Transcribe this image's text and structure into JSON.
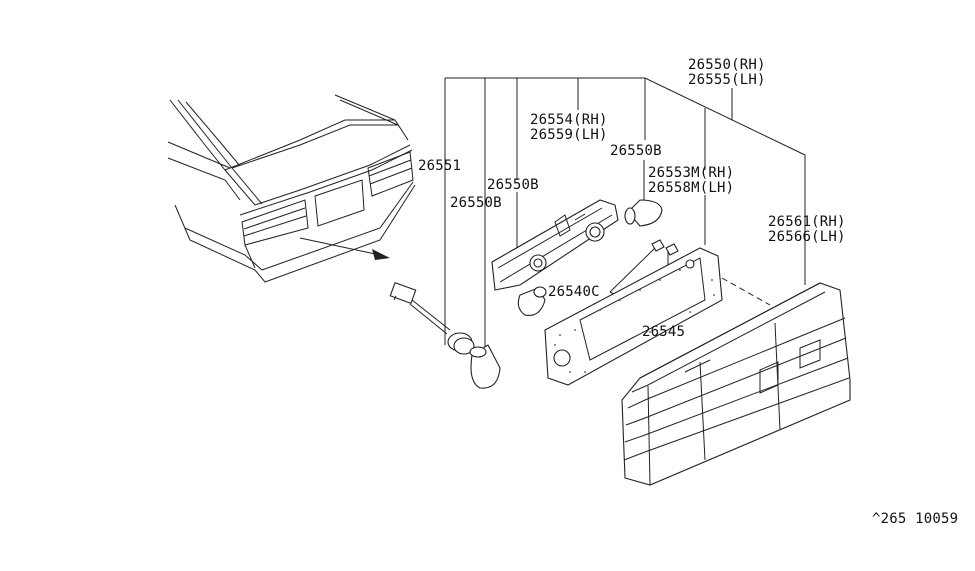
{
  "labels": {
    "p26550": "26550(RH)",
    "p26555": "26555(LH)",
    "p26554": "26554(RH)",
    "p26559": "26559(LH)",
    "p26550b_top": "26550B",
    "p26551": "26551",
    "p26550b_mid": "26550B",
    "p26550b_low": "26550B",
    "p26553m": "26553M(RH)",
    "p26558m": "26558M(LH)",
    "p26561": "26561(RH)",
    "p26566": "26566(LH)",
    "p26540c": "26540C",
    "p26545": "26545",
    "ref": "^265 10059"
  }
}
